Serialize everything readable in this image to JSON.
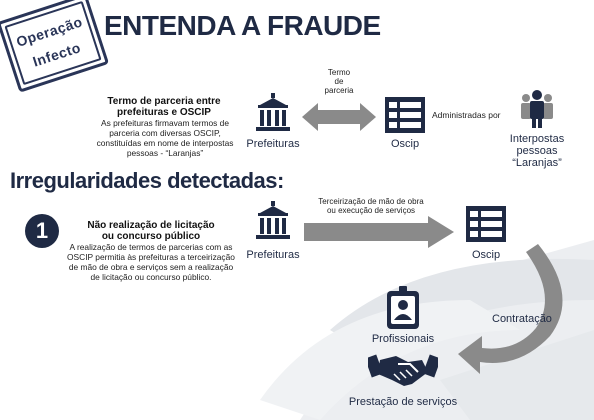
{
  "stamp": {
    "line1": "Operação",
    "line2": "Infecto"
  },
  "header": {
    "title": "ENTENDA A FRAUDE"
  },
  "section1": {
    "text_heading": "Termo de parceria entre prefeituras e OSCIP",
    "text_body": "As prefeituras firmavam termos de parceria com diversas OSCIP, constituídas em nome de interpostas pessoas - “Laranjas”",
    "arrow_label": [
      "Termo",
      "de",
      "parceria"
    ],
    "prefeituras_label": "Prefeituras",
    "oscip_label": "Oscip",
    "administradas_label": "Administradas por",
    "interpostas_label": [
      "Interpostas",
      "pessoas",
      "“Laranjas”"
    ]
  },
  "section2": {
    "title": "Irregularidades detectadas:",
    "number": "1",
    "heading": [
      "Não realização de licitação",
      "ou concurso público"
    ],
    "body": [
      "A realização de termos de parcerias com as",
      "OSCIP permitia às prefeituras a terceirização",
      "de mão de obra e serviços sem a realização",
      "de licitação ou concurso público."
    ],
    "arrow_label": [
      "Terceirização de mão de obra",
      "ou execução de serviços"
    ],
    "prefeituras_label": "Prefeituras",
    "oscip_label": "Oscip",
    "contratacao_label": "Contratação",
    "profissionais_label": "Profissionais",
    "prestacao_label": "Prestação de serviços"
  },
  "colors": {
    "navy": "#1f2a44",
    "arrow_gray": "#8a8a8a",
    "watermark": "#eceef1"
  }
}
